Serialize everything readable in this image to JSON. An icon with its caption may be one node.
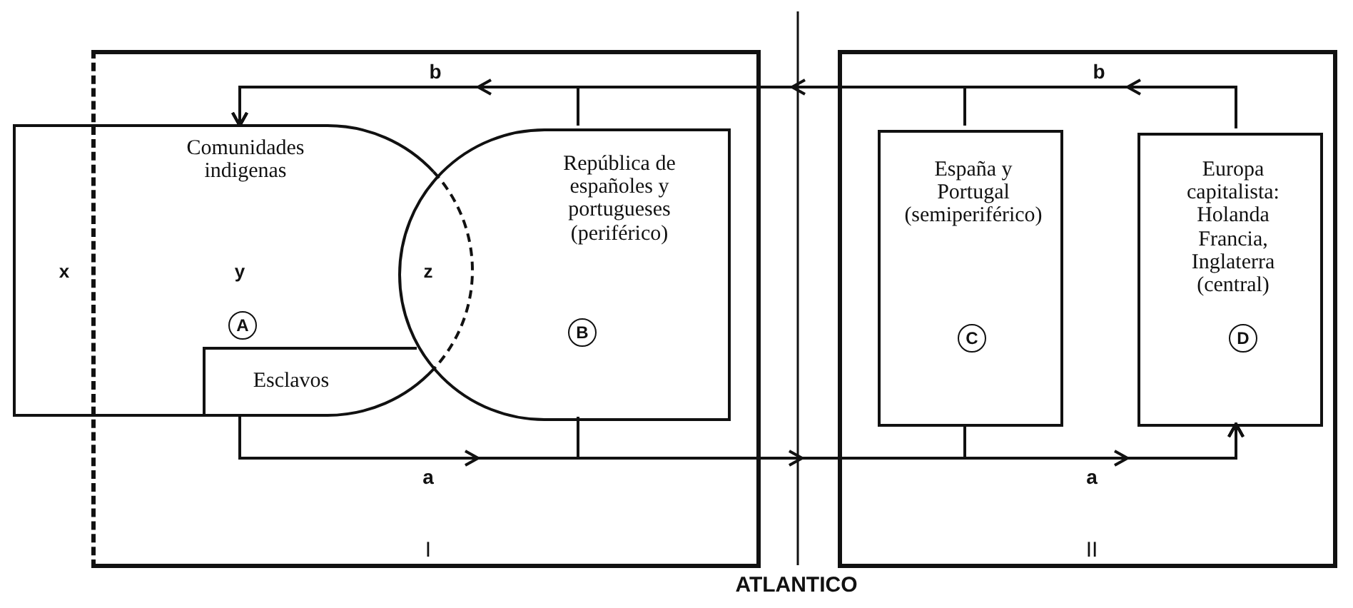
{
  "diagram": {
    "nodes": [
      {
        "text": [
          "I"
        ]
      },
      {
        "text": [
          "II"
        ]
      },
      {
        "text": [
          "Comunidades indigenas",
          "A"
        ]
      },
      {
        "text": [
          "Esclavos"
        ],
        "in": 2
      },
      {
        "text": [
          "República de españoles y portugueses (periférico)",
          "B"
        ],
        "in": 0
      },
      {
        "text": [
          "España y Portugal (semiperiférico)",
          "C"
        ],
        "in": 1
      },
      {
        "text": [
          "Europa capitalista: Holanda Francia, Inglaterra (central)",
          "D"
        ],
        "in": 1
      }
    ],
    "edges": [
      {
        "from": 6,
        "to": 2,
        "arrow": "to",
        "label": "b"
      },
      {
        "from": 5,
        "to": 2,
        "arrow": "to"
      },
      {
        "from": 4,
        "to": 2,
        "arrow": "to",
        "label": "b"
      },
      {
        "from": 2,
        "to": 6,
        "arrow": "to",
        "label": "a"
      },
      {
        "from": 4,
        "to": 6,
        "arrow": "to"
      },
      {
        "from": 5,
        "to": 6,
        "arrow": "to",
        "label": "a"
      }
    ],
    "labels": [
      "x",
      "y",
      "z",
      "ATLANTICO"
    ]
  }
}
